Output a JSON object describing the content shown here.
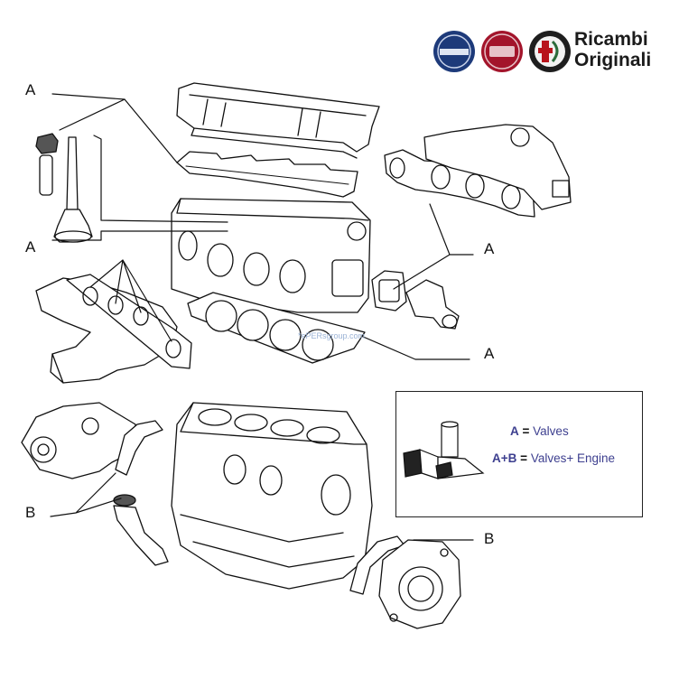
{
  "brand": {
    "logos": [
      "lancia-logo",
      "fiat-logo",
      "alfa-romeo-logo"
    ],
    "line1": "Ricambi",
    "line2": "Originali",
    "colors": {
      "lancia": "#1d3a7a",
      "fiat": "#a3142b",
      "alfa": "#1e1e1e"
    }
  },
  "callouts": {
    "top_left": "A",
    "mid_left": "A",
    "right_manifold": "A",
    "right_gasket": "A",
    "bottom_left": "B",
    "bottom_right": "B"
  },
  "legend": {
    "row1_key": "A",
    "row1_eq": "=",
    "row1_text": "Valves",
    "row2_key": "A+B",
    "row2_eq": "=",
    "row2_text": "Valves+ Engine",
    "accent": "#3d3f8f"
  },
  "watermark": "*ePERsgroup.com"
}
